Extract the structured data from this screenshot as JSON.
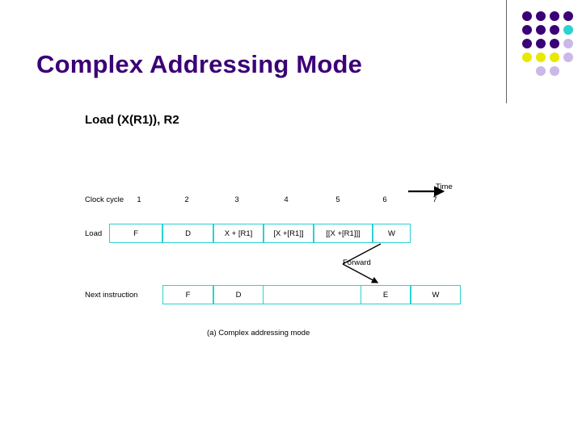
{
  "slide": {
    "title": "Complex Addressing Mode",
    "instruction": "Load  (X(R1)), R2",
    "caption": "(a) Complex addressing mode",
    "time_label": "Time",
    "forward_label": "Forward"
  },
  "colors": {
    "title": "#3B0076",
    "cell_border": "#2AD2D2",
    "dot_teal": "#2AD2D2",
    "dot_purple": "#3B0076",
    "dot_yellow": "#E8E800",
    "dot_lavender": "#CBB8E8",
    "rule": "#666666"
  },
  "dots": [
    {
      "row": 0,
      "col": 0,
      "color": "#3B0076"
    },
    {
      "row": 0,
      "col": 1,
      "color": "#3B0076"
    },
    {
      "row": 0,
      "col": 2,
      "color": "#3B0076"
    },
    {
      "row": 0,
      "col": 3,
      "color": "#3B0076"
    },
    {
      "row": 1,
      "col": 0,
      "color": "#3B0076"
    },
    {
      "row": 1,
      "col": 1,
      "color": "#3B0076"
    },
    {
      "row": 1,
      "col": 2,
      "color": "#3B0076"
    },
    {
      "row": 1,
      "col": 3,
      "color": "#2AD2D2"
    },
    {
      "row": 2,
      "col": 0,
      "color": "#3B0076"
    },
    {
      "row": 2,
      "col": 1,
      "color": "#3B0076"
    },
    {
      "row": 2,
      "col": 2,
      "color": "#3B0076"
    },
    {
      "row": 2,
      "col": 3,
      "color": "#CBB8E8"
    },
    {
      "row": 3,
      "col": 0,
      "color": "#E8E800"
    },
    {
      "row": 3,
      "col": 1,
      "color": "#E8E800"
    },
    {
      "row": 3,
      "col": 2,
      "color": "#E8E800"
    },
    {
      "row": 3,
      "col": 3,
      "color": "#CBB8E8"
    },
    {
      "row": 4,
      "col": 1,
      "color": "#CBB8E8"
    },
    {
      "row": 4,
      "col": 2,
      "color": "#CBB8E8"
    }
  ],
  "diagram": {
    "clock_label": "Clock cycle",
    "clock_numbers": [
      "1",
      "2",
      "3",
      "4",
      "5",
      "6",
      "7"
    ],
    "rows": [
      {
        "label": "Load",
        "stages": [
          "F",
          "D",
          "X + [R1]",
          "[X +[R1]]",
          "[[X +[R1]]]",
          "W"
        ]
      },
      {
        "label": "Next instruction",
        "stages": [
          "F",
          "D",
          "",
          "E",
          "W"
        ]
      }
    ]
  }
}
